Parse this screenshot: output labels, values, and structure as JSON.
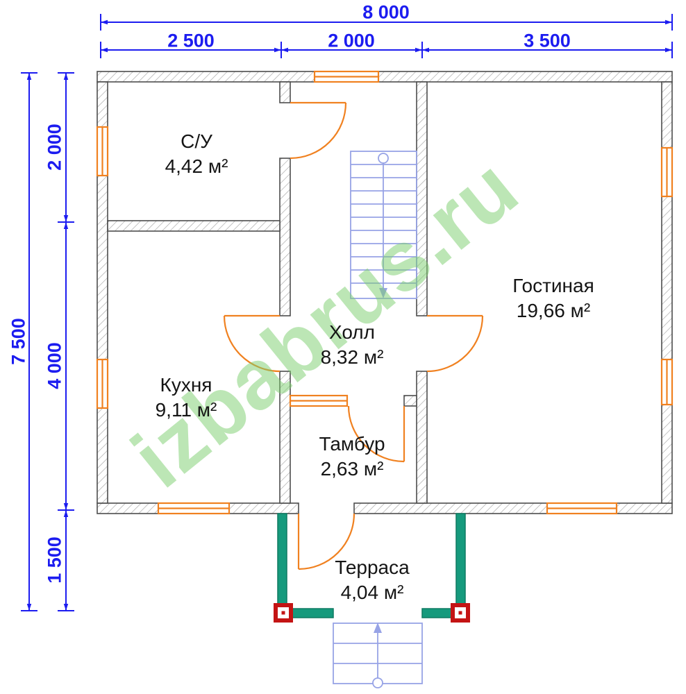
{
  "watermark": "izbabrus.ru",
  "dimensions": {
    "top_total": "8 000",
    "top_segments": [
      "2 500",
      "2 000",
      "3 500"
    ],
    "left_total": "7 500",
    "left_segments": [
      "2 000",
      "4 000",
      "1 500"
    ]
  },
  "rooms": [
    {
      "id": "bathroom",
      "name": "С/У",
      "area": "4,42 м²"
    },
    {
      "id": "living-room",
      "name": "Гостиная",
      "area": "19,66 м²"
    },
    {
      "id": "hall",
      "name": "Холл",
      "area": "8,32 м²"
    },
    {
      "id": "kitchen",
      "name": "Кухня",
      "area": "9,11 м²"
    },
    {
      "id": "vestibule",
      "name": "Тамбур",
      "area": "2,63 м²"
    },
    {
      "id": "terrace",
      "name": "Терраса",
      "area": "4,04 м²"
    }
  ],
  "colors": {
    "dimension": "#1c1cf0",
    "joinery": "#f08120",
    "terrace_wall": "#169a7d",
    "post": "#c41414",
    "stairs": "#97a3e6",
    "wall_outline": "#4d4d4d",
    "watermark_green": "#7ccf6d"
  }
}
